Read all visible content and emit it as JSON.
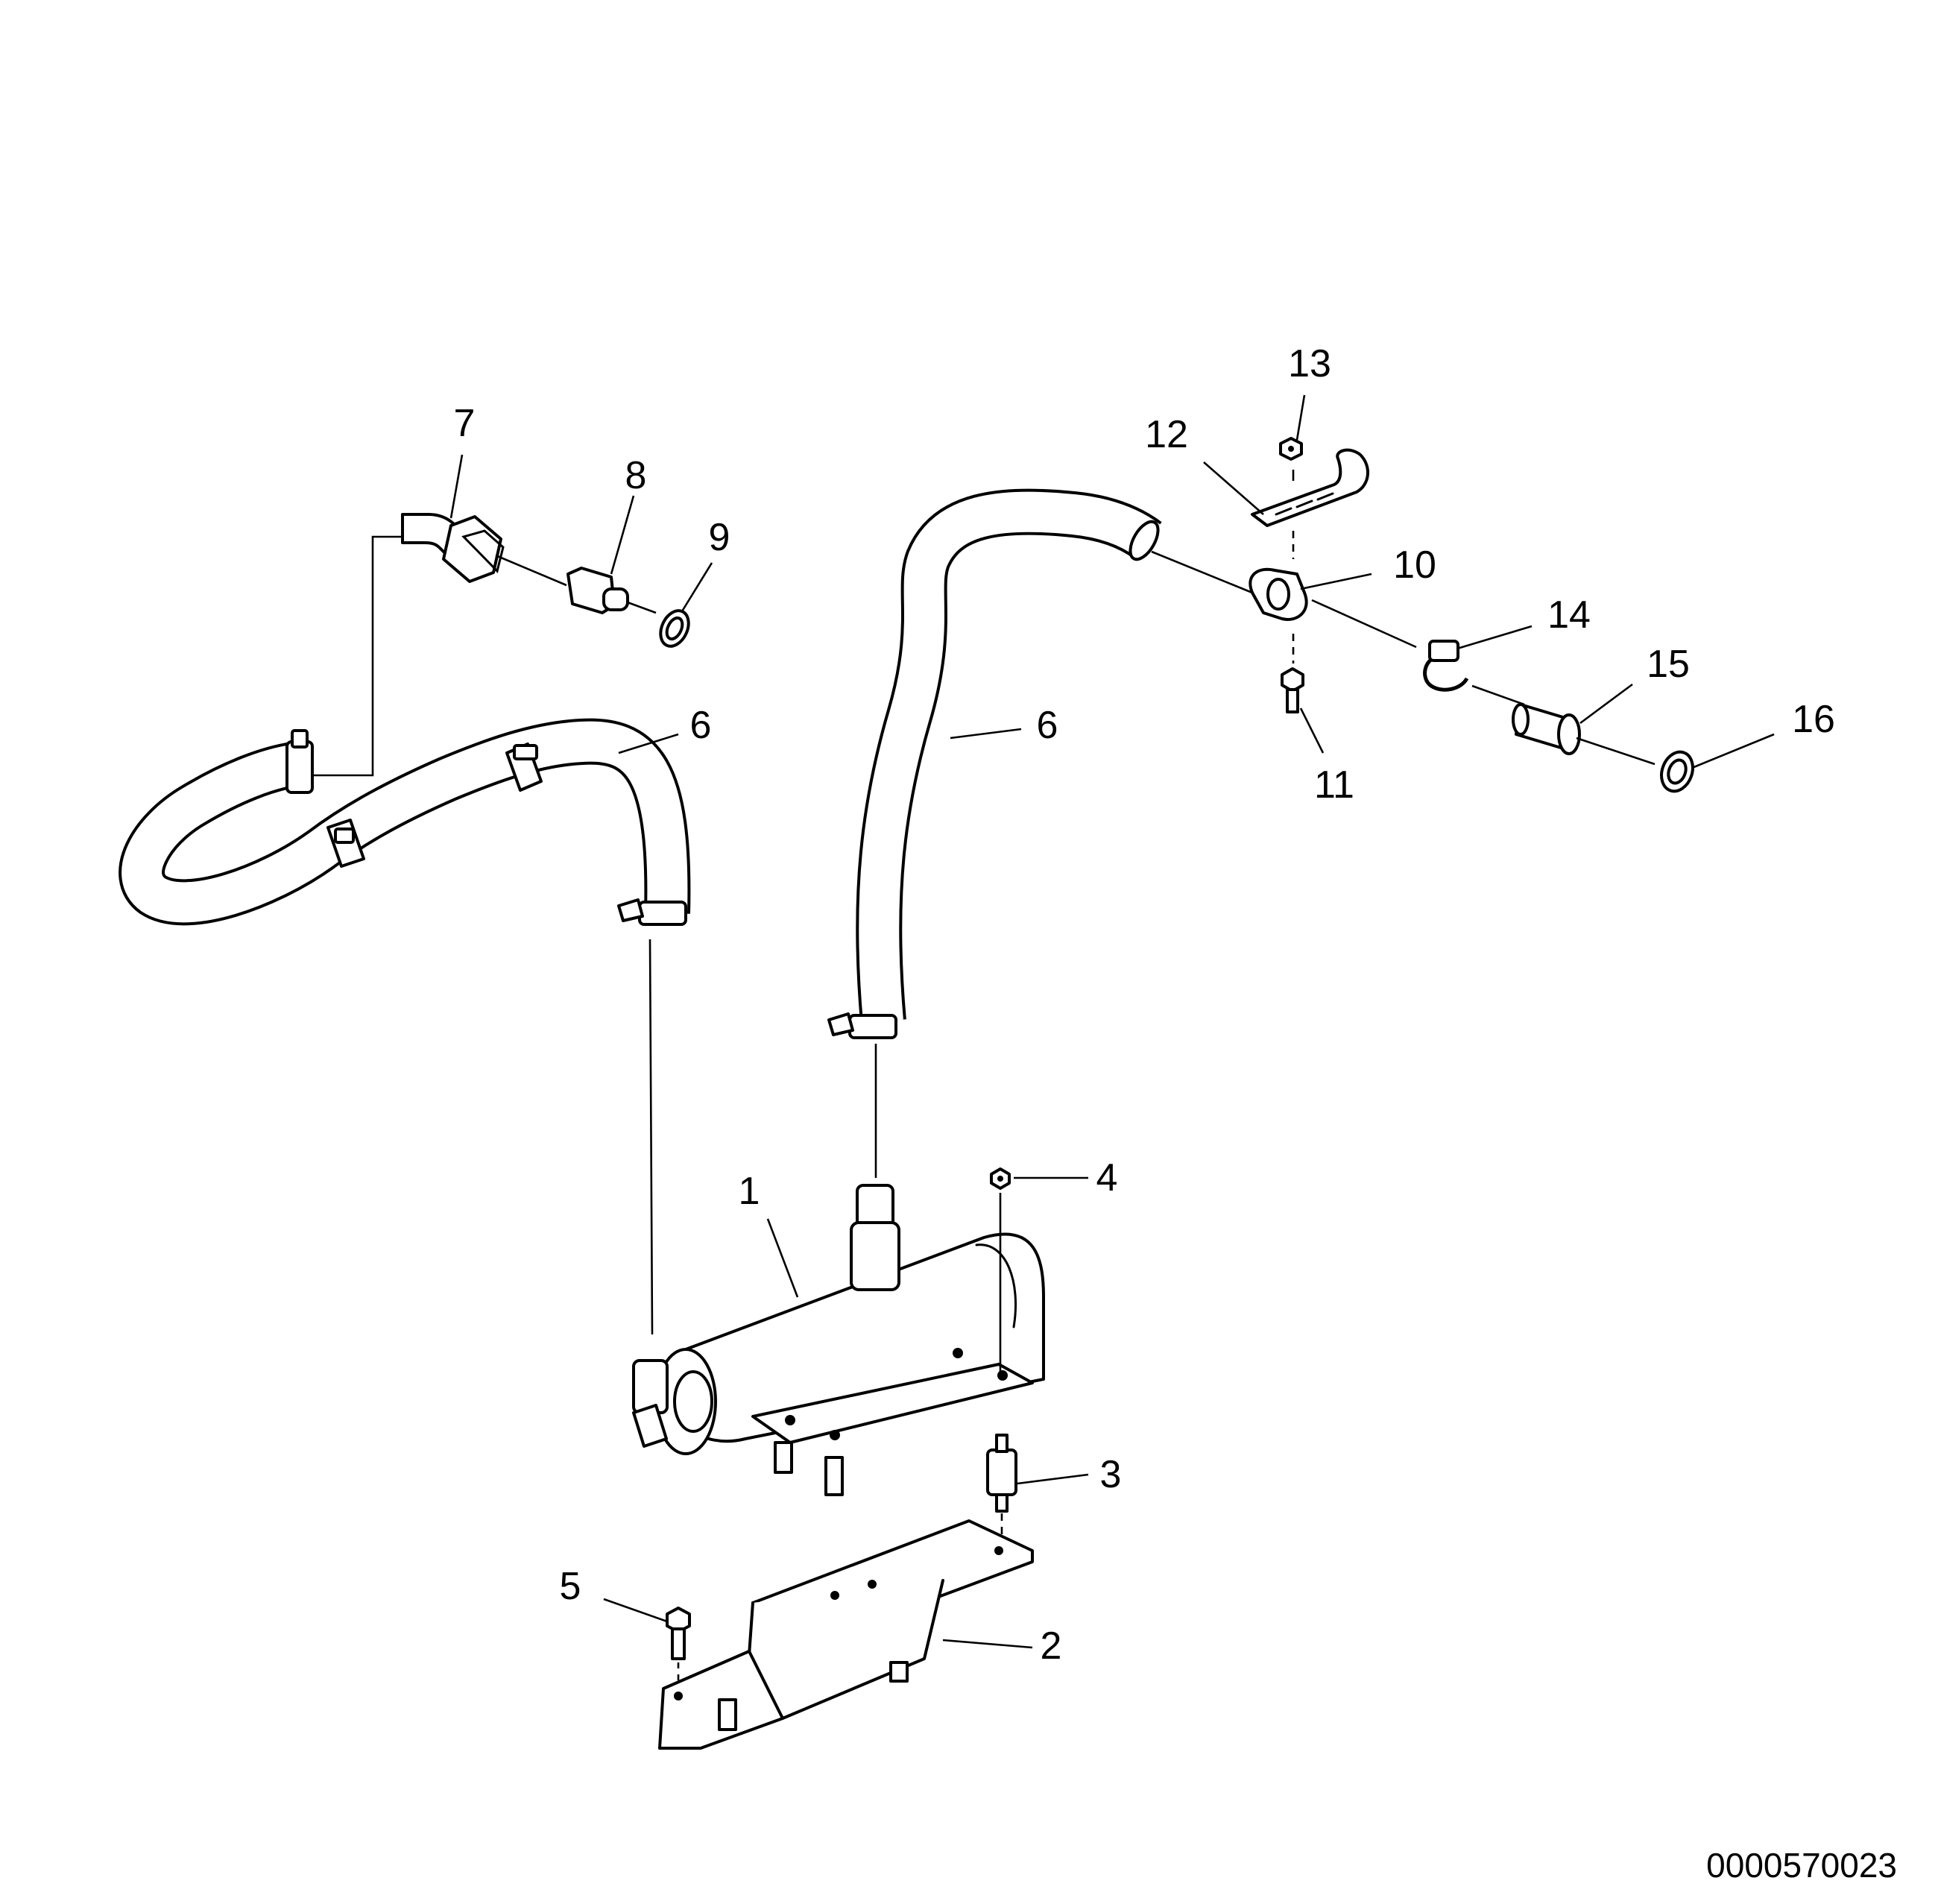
{
  "diagram": {
    "callouts": {
      "c1": "1",
      "c2": "2",
      "c3": "3",
      "c4": "4",
      "c5": "5",
      "c6a": "6",
      "c6b": "6",
      "c7": "7",
      "c8": "8",
      "c9": "9",
      "c10": "10",
      "c11": "11",
      "c12": "12",
      "c13": "13",
      "c14": "14",
      "c15": "15",
      "c16": "16"
    },
    "drawing_number": "0000570023"
  }
}
